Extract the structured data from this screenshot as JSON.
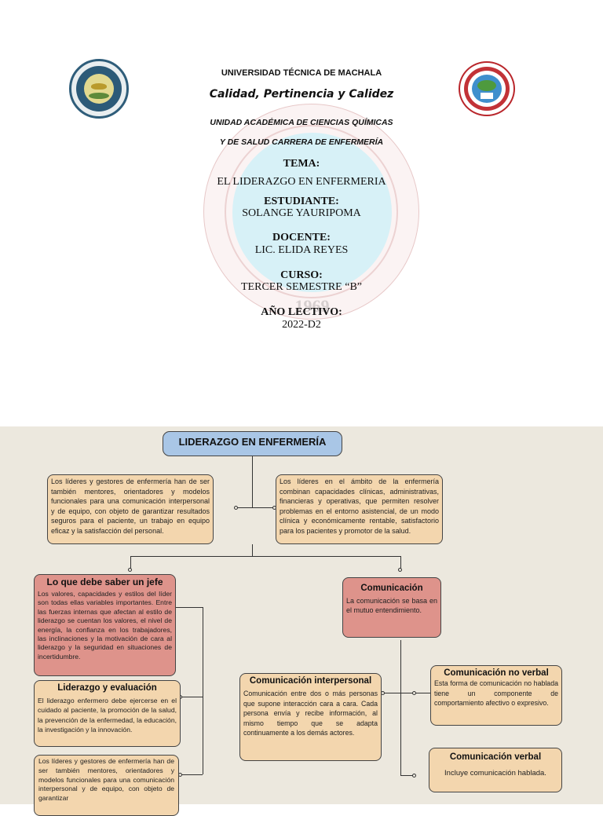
{
  "cover": {
    "university": "UNIVERSIDAD TÉCNICA DE MACHALA",
    "motto": "Calidad, Pertinencia y Calidez",
    "unit_line1": "UNIDAD ACADÉMICA DE CIENCIAS QUÍMICAS",
    "unit_line2": "Y DE SALUD CARRERA DE ENFERMERÍA",
    "topic_label": "TEMA:",
    "topic_value": "EL LIDERAZGO EN ENFERMERIA",
    "student_label": "ESTUDIANTE:",
    "student_value": "SOLANGE YAURIPOMA",
    "teacher_label": "DOCENTE:",
    "teacher_value": "LIC. ELIDA REYES",
    "course_label": "CURSO:",
    "course_value": "TERCER  SEMESTRE “B”",
    "year_label": "AÑO LECTIVO:",
    "year_value": "2022-D2",
    "watermark_year": "1969"
  },
  "map": {
    "main_title": "LIDERAZGO EN ENFERMERÍA",
    "intro_left": "Los líderes y gestores de enfermería han de ser también mentores, orientadores y modelos funcionales para una comunicación interpersonal y de equipo, con objeto de garantizar resultados seguros para el paciente, un trabajo en equipo eficaz y la satisfacción del personal.",
    "intro_right": "Los líderes en el ámbito de la enfermería combinan capacidades clínicas, administrativas, financieras y operativas, que permiten resolver problemas en el entorno asistencial, de un modo clínica y económicamente rentable, satisfactorio para los pacientes y promotor de la salud.",
    "jefe_title": "Lo que debe saber un jefe",
    "jefe_text": "Los valores, capacidades y estilos del líder son todas ellas variables importantes. Entre las fuerzas internas que afectan al estilo de liderazgo se cuentan los valores, el nivel de energía, la confianza en los trabajadores, las inclinaciones y la motivación de cara al liderazgo y la seguridad en situaciones de incertidumbre.",
    "eval_title": "Liderazgo y evaluación",
    "eval_text": "El liderazgo enfermero debe ejercerse en el cuidado al paciente, la promoción de la salud, la prevención de la enfermedad, la educación, la investigación y la innovación.",
    "gestores_text": "Los líderes y gestores de enfermería han de ser también mentores, orientadores y modelos funcionales para una comunicación interpersonal y de equipo, con objeto de garantizar",
    "com_title": "Comunicación",
    "com_text": "La comunicación se basa en el mutuo entendimiento.",
    "inter_title": "Comunicación interpersonal",
    "inter_text": "Comunicación entre dos o más personas que supone interacción cara a cara. Cada persona envía y recibe información, al mismo tiempo que se adapta continuamente a los demás actores.",
    "noverbal_title": "Comunicación no verbal",
    "noverbal_text": "Esta forma de comunicación no hablada tiene un componente de comportamiento afectivo o expresivo.",
    "verbal_title": "Comunicación verbal",
    "verbal_text": "Incluye comunicación hablada."
  },
  "colors": {
    "box_tan": "#f3d6ae",
    "box_pink": "#de938b",
    "box_blue": "#a9c6e6",
    "map_bg": "#ece8de"
  }
}
